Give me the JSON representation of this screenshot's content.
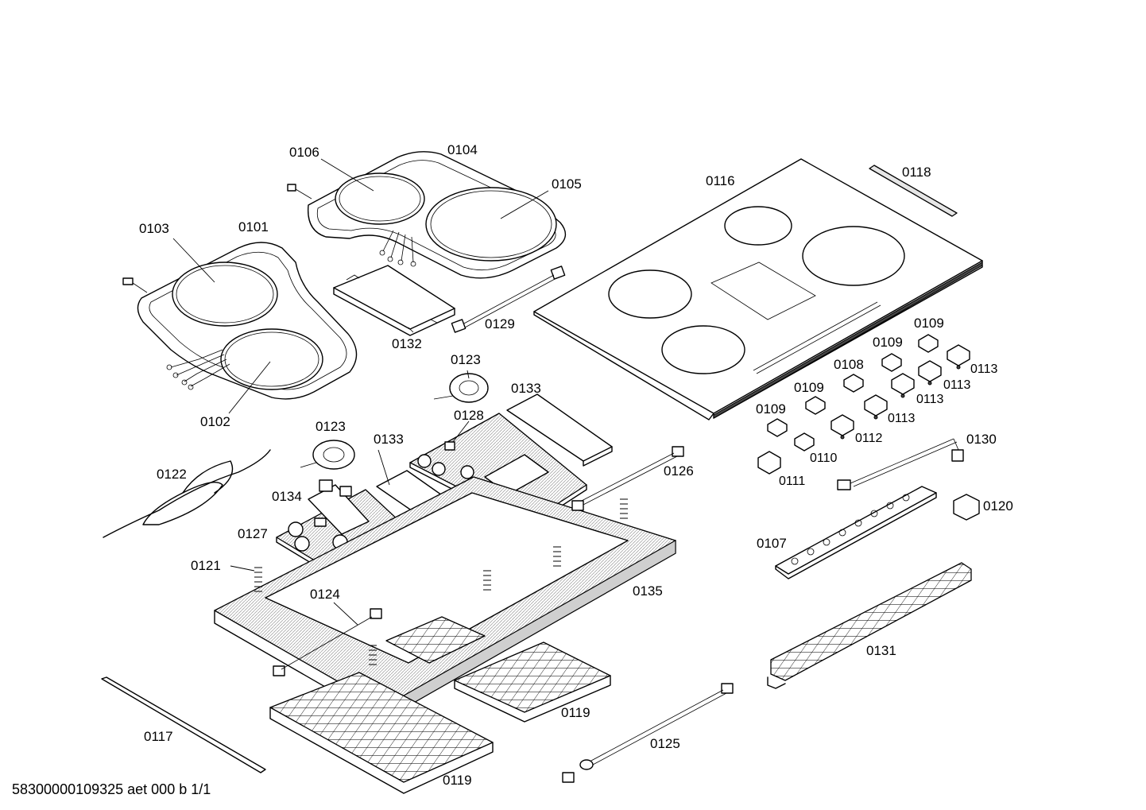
{
  "diagram": {
    "document_code": "58300000109325 aet 000 b 1/1",
    "part_labels": {
      "p0101": "0101",
      "p0102": "0102",
      "p0103": "0103",
      "p0104": "0104",
      "p0105": "0105",
      "p0106": "0106",
      "p0107": "0107",
      "p0108": "0108",
      "p0109a": "0109",
      "p0109b": "0109",
      "p0109c": "0109",
      "p0109d": "0109",
      "p0110": "0110",
      "p0111": "0111",
      "p0112": "0112",
      "p0113a": "0113",
      "p0113b": "0113",
      "p0113c": "0113",
      "p0113d": "0113",
      "p0116": "0116",
      "p0117": "0117",
      "p0118": "0118",
      "p0119a": "0119",
      "p0119b": "0119",
      "p0120": "0120",
      "p0121": "0121",
      "p0122": "0122",
      "p0123a": "0123",
      "p0123b": "0123",
      "p0124": "0124",
      "p0125": "0125",
      "p0126": "0126",
      "p0127": "0127",
      "p0128": "0128",
      "p0129": "0129",
      "p0130": "0130",
      "p0131": "0131",
      "p0132": "0132",
      "p0133a": "0133",
      "p0133b": "0133",
      "p0134": "0134",
      "p0135": "0135"
    }
  }
}
